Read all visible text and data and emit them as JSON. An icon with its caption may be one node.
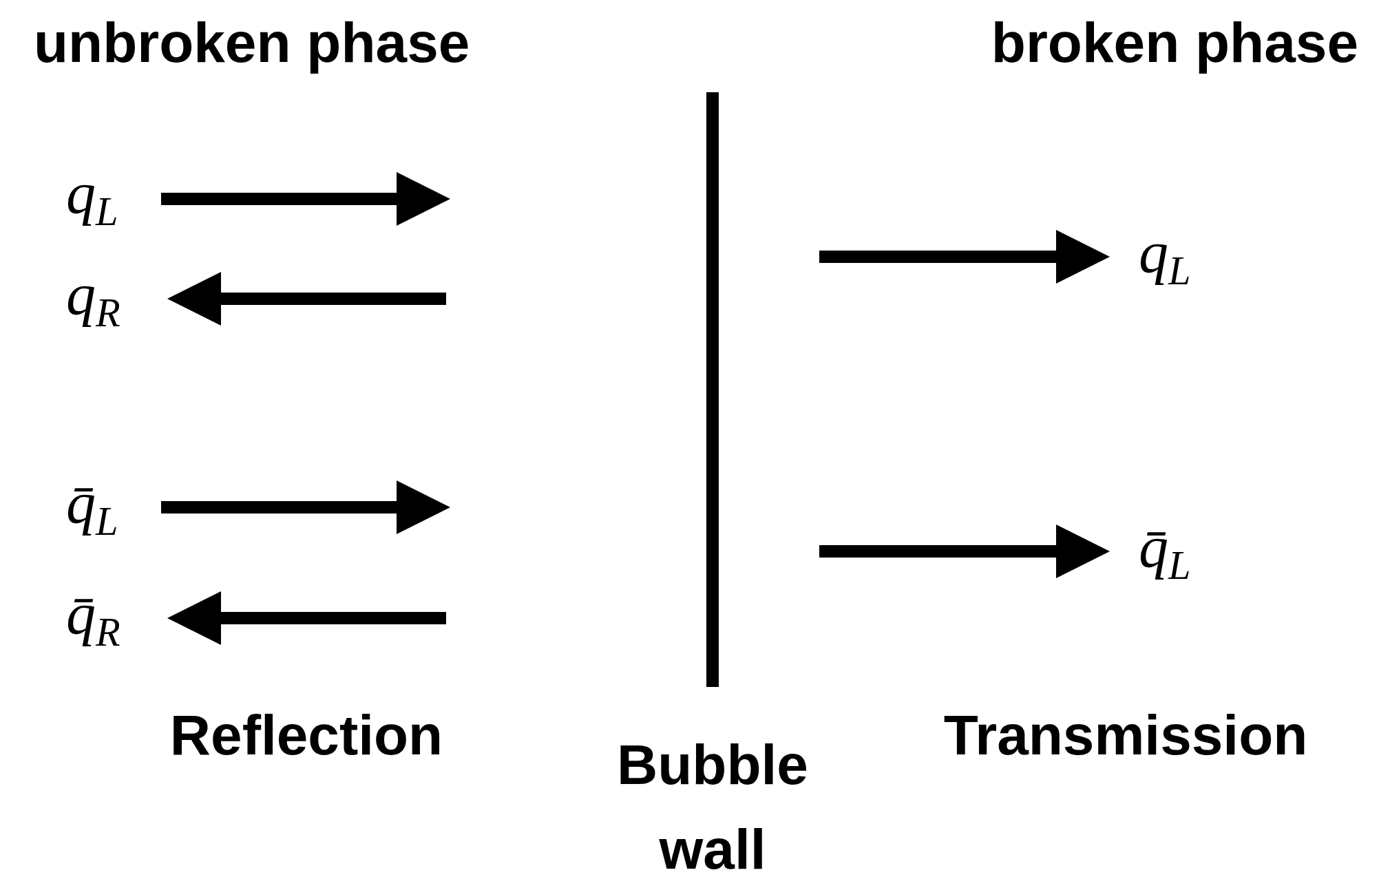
{
  "diagram": {
    "labels": [
      "unbroken phase",
      "broken phase",
      "q$_{L}$",
      "q$_{R}$",
      "q̄$_{L}$",
      "q̄$_{R}$",
      "q$_{L}$",
      "q̄$_{L}$",
      "Reflection",
      "Bubble wall",
      "Transmission"
    ]
  }
}
